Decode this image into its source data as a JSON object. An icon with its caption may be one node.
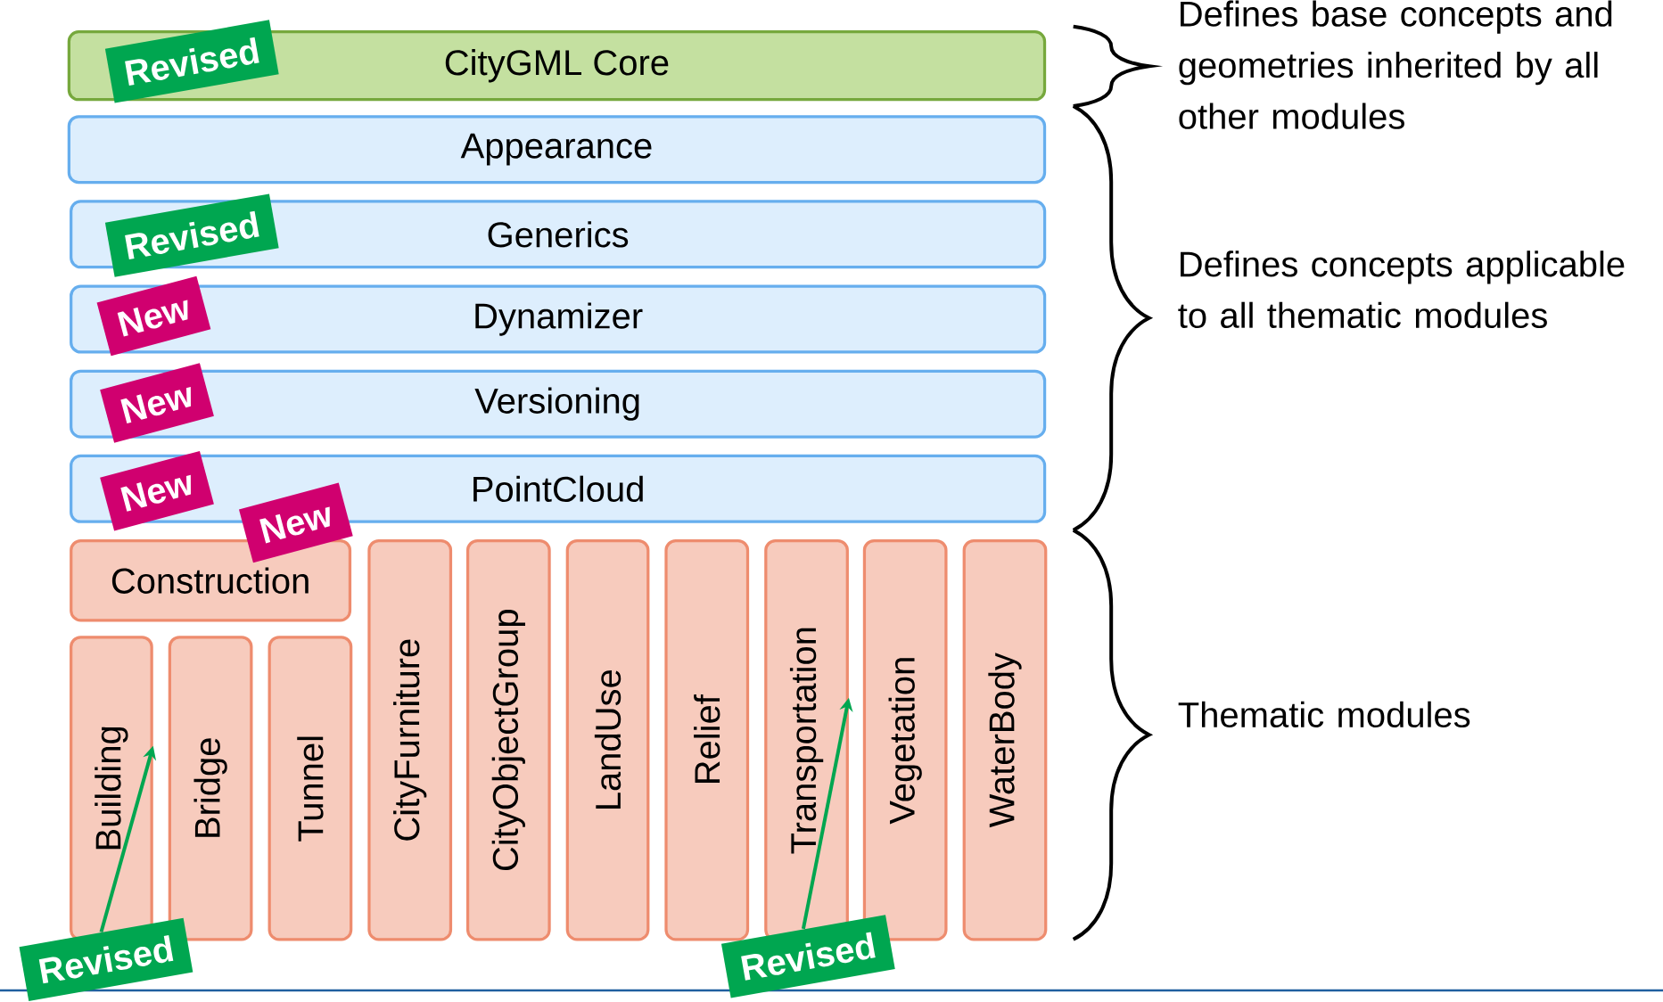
{
  "diagram": {
    "nodes": [
      {
        "text": [
          "Revised"
        ]
      },
      {
        "text": [
          "CityGML Core"
        ]
      },
      {
        "text": [
          "Appearance"
        ]
      },
      {
        "text": [
          "Revised"
        ]
      },
      {
        "text": [
          "Generics"
        ]
      },
      {
        "text": [
          "New"
        ]
      },
      {
        "text": [
          "Dynamizer"
        ]
      },
      {
        "text": [
          "New"
        ]
      },
      {
        "text": [
          "Versioning"
        ]
      },
      {
        "text": [
          "New"
        ]
      },
      {
        "text": [
          "PointCloud"
        ]
      },
      {
        "text": [
          "New"
        ]
      },
      {
        "text": [
          "Construction"
        ]
      },
      {
        "text": [
          "Building"
        ]
      },
      {
        "text": [
          "Bridge"
        ]
      },
      {
        "text": [
          "Tunnel"
        ]
      },
      {
        "text": [
          "CityFurniture"
        ]
      },
      {
        "text": [
          "CityObjectGroup"
        ]
      },
      {
        "text": [
          "LandUse"
        ]
      },
      {
        "text": [
          "Relief"
        ]
      },
      {
        "text": [
          "Transportation"
        ]
      },
      {
        "text": [
          "Vegetation"
        ]
      },
      {
        "text": [
          "WaterBody"
        ]
      },
      {
        "text": [
          "Revised"
        ]
      },
      {
        "text": [
          "Revised"
        ]
      }
    ],
    "edges": [
      {
        "from": 23,
        "to": 13,
        "arrow": "to"
      },
      {
        "from": 24,
        "to": 20,
        "arrow": "to"
      }
    ],
    "labels": [
      "Defines base concepts and geometries inherited by all other modules",
      "Defines concepts applicable to all thematic modules",
      "Thematic modules"
    ]
  }
}
